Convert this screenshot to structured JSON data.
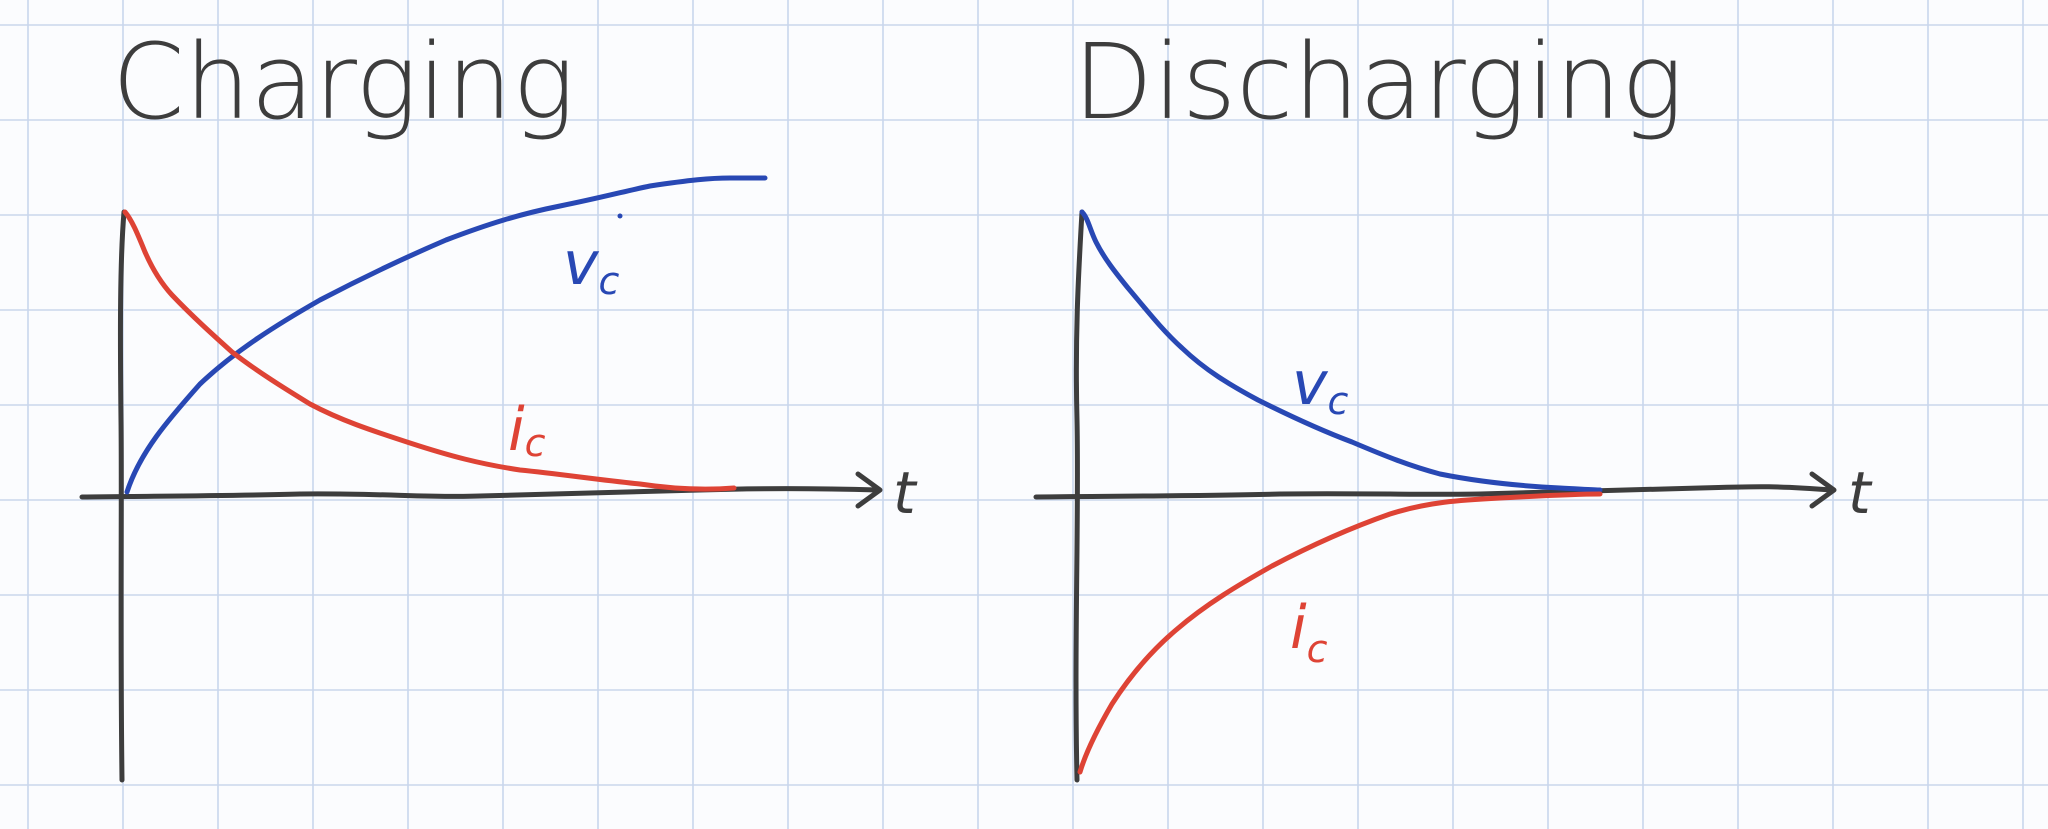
{
  "colors": {
    "grid": "#c9d6ec",
    "axis": "#3d3d3d",
    "voltage": "#2848b4",
    "current": "#de4335",
    "background": "#fbfcfe"
  },
  "charging": {
    "title": "Charging",
    "time_label": "t",
    "voltage_label": "v",
    "voltage_sub": "c",
    "current_label": "i",
    "current_sub": "c"
  },
  "discharging": {
    "title": "Discharging",
    "time_label": "t",
    "voltage_label": "v",
    "voltage_sub": "c",
    "current_label": "i",
    "current_sub": "c"
  }
}
